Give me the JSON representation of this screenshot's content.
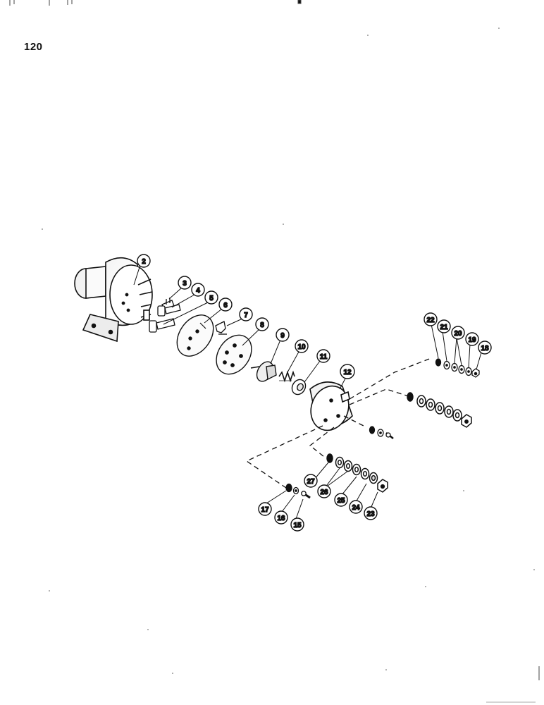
{
  "page_number": "120",
  "callouts": [
    "2",
    "3",
    "4",
    "5",
    "6",
    "7",
    "8",
    "9",
    "10",
    "11",
    "12",
    "15",
    "16",
    "17",
    "18",
    "19",
    "20",
    "21",
    "22",
    "23",
    "24",
    "25",
    "26",
    "27"
  ],
  "colors": {
    "ink": "#111111",
    "paper": "#ffffff",
    "shade": "#d8d8d8"
  }
}
